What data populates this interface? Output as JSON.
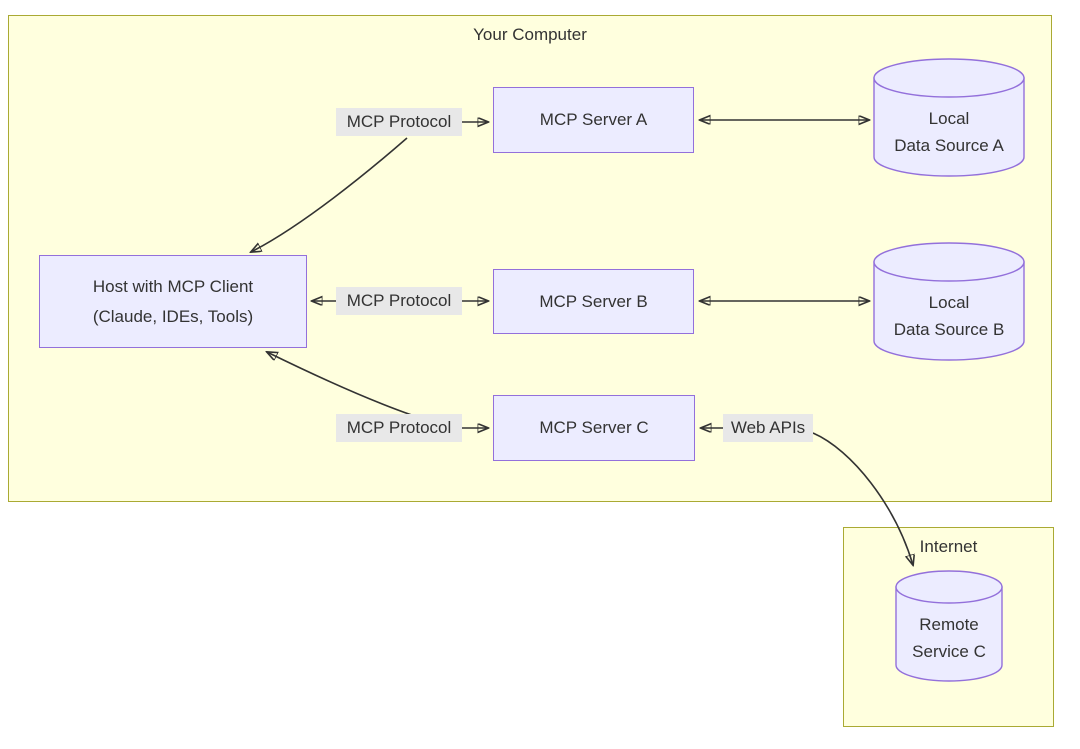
{
  "diagram": {
    "clusters": {
      "your_computer": {
        "label": "Your Computer"
      },
      "internet": {
        "label": "Internet"
      }
    },
    "nodes": {
      "host": {
        "label": "Host with MCP Client\n(Claude, IDEs, Tools)"
      },
      "server_a": {
        "label": "MCP Server A"
      },
      "server_b": {
        "label": "MCP Server B"
      },
      "server_c": {
        "label": "MCP Server C"
      },
      "data_source_a": {
        "label": "Local\nData Source A"
      },
      "data_source_b": {
        "label": "Local\nData Source B"
      },
      "remote_service_c": {
        "label": "Remote\nService C"
      }
    },
    "edge_labels": {
      "host_server_a": "MCP Protocol",
      "host_server_b": "MCP Protocol",
      "host_server_c": "MCP Protocol",
      "server_c_remote": "Web APIs"
    },
    "colors": {
      "cluster_fill": "#ffffde",
      "cluster_border": "#aaaa33",
      "node_fill": "#ececff",
      "node_border": "#9370db",
      "edge": "#333333",
      "edge_label_bg": "#e8e8e8",
      "text": "#333333"
    }
  }
}
